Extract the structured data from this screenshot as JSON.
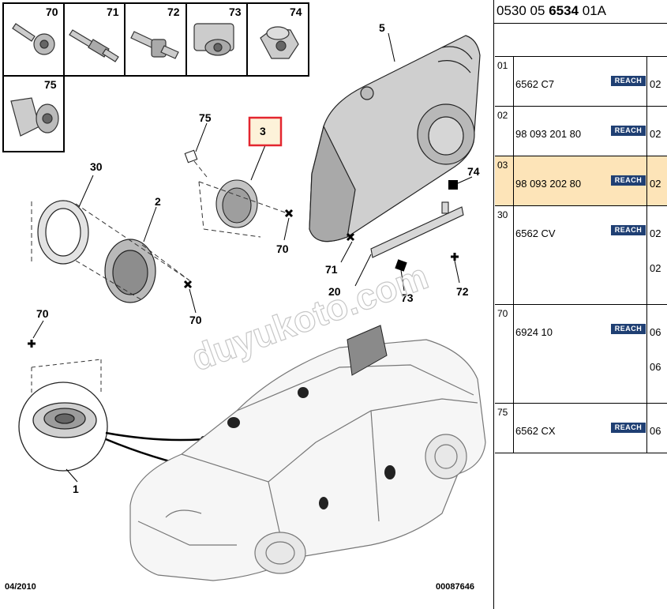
{
  "diagram": {
    "hardware_parts": [
      {
        "num": "70",
        "icon": "screw-icon"
      },
      {
        "num": "71",
        "icon": "stud-screw-icon"
      },
      {
        "num": "72",
        "icon": "clip-bolt-icon"
      },
      {
        "num": "73",
        "icon": "clip-nut-icon"
      },
      {
        "num": "74",
        "icon": "hex-nut-icon"
      },
      {
        "num": "75",
        "icon": "rivet-icon"
      }
    ],
    "callouts": {
      "c1": "1",
      "c2": "2",
      "c3": "3",
      "c5": "5",
      "c20": "20",
      "c30": "30",
      "c70a": "70",
      "c70b": "70",
      "c70c": "70",
      "c71": "71",
      "c72": "72",
      "c73": "73",
      "c74": "74",
      "c75": "75"
    },
    "watermark": "duyukoto.com",
    "date_code": "04/2010",
    "doc_code": "00087646"
  },
  "panel": {
    "header": {
      "prefix": "0530 05 ",
      "bold": "6534",
      "suffix": " 01A"
    },
    "badge_label": "REACH",
    "rows": [
      {
        "index": "01",
        "ref": "6562 C7",
        "qty": [
          "02"
        ],
        "selected": false
      },
      {
        "index": "02",
        "ref": "98 093 201 80",
        "qty": [
          "02"
        ],
        "selected": false
      },
      {
        "index": "03",
        "ref": "98 093 202 80",
        "qty": [
          "02"
        ],
        "selected": true
      },
      {
        "index": "30",
        "ref": "6562 CV",
        "qty": [
          "02",
          "02"
        ],
        "selected": false
      },
      {
        "index": "70",
        "ref": "6924 10",
        "qty": [
          "06",
          "06"
        ],
        "selected": false
      },
      {
        "index": "75",
        "ref": "6562 CX",
        "qty": [
          "06"
        ],
        "selected": false
      }
    ]
  }
}
